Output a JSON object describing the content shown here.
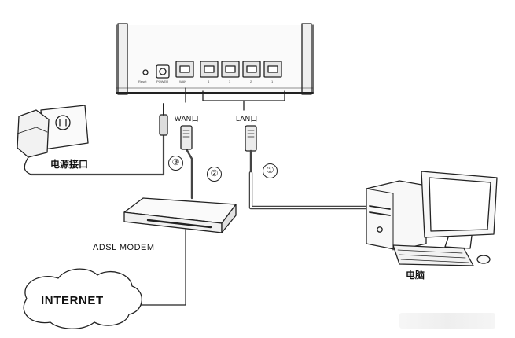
{
  "labels": {
    "wan_port": "WAN口",
    "lan_port": "LAN口",
    "power_adapter": "电源接口",
    "modem": "ADSL MODEM",
    "internet": "INTERNET",
    "computer": "电脑",
    "router_reset": "Reset",
    "router_power": "POWER",
    "router_wan": "WAN",
    "lan_numbers": [
      "4",
      "3",
      "2",
      "1"
    ]
  },
  "steps": [
    "①",
    "②",
    "③"
  ],
  "colors": {
    "line": "#222222",
    "cable": "#555555",
    "background": "#ffffff"
  }
}
